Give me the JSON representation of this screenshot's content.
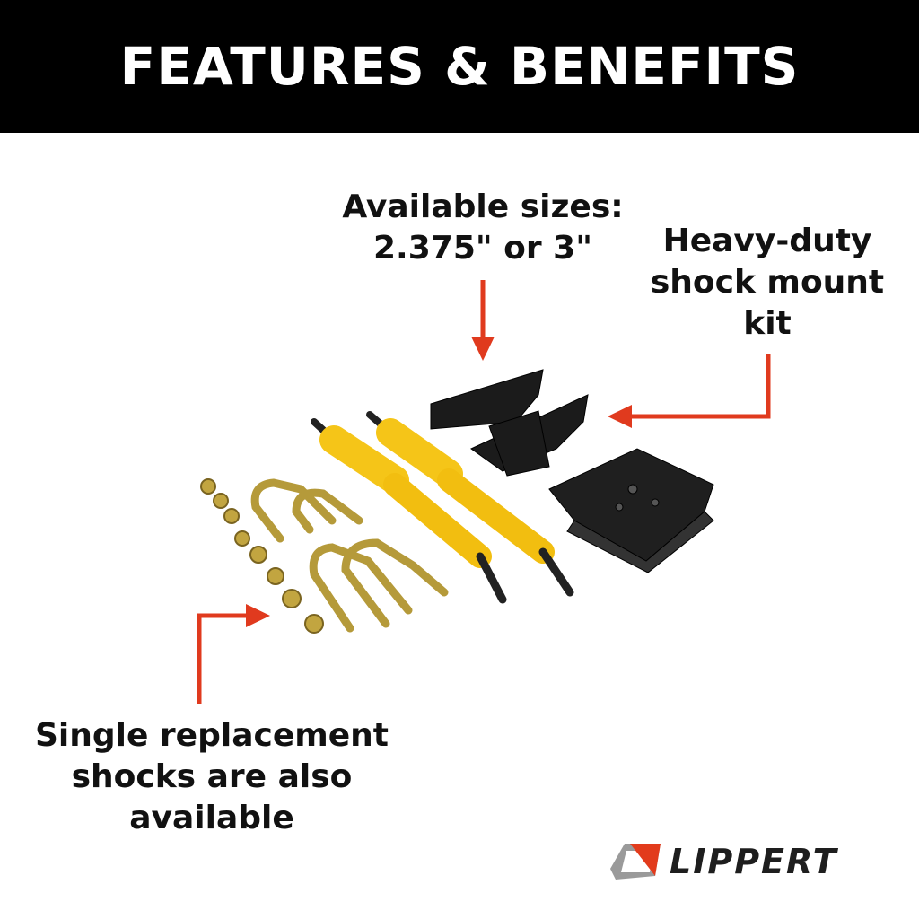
{
  "header": {
    "title": "FEATURES & BENEFITS"
  },
  "callouts": {
    "sizes": {
      "lines": [
        "Available sizes:",
        "2.375\" or 3\""
      ]
    },
    "mount_kit": {
      "lines": [
        "Heavy-duty",
        "shock mount",
        "kit"
      ]
    },
    "single": {
      "lines": [
        "Single replacement",
        "shocks are also",
        "available"
      ]
    }
  },
  "logo": {
    "text": "LIPPERT",
    "icon": "lippert-logo-mark"
  },
  "colors": {
    "header_bg": "#000000",
    "arrow": "#e03a1e",
    "shock": "#f5c518",
    "bracket": "#1a1a1a",
    "logo_red": "#e23b1c",
    "logo_gray": "#9a9a9a"
  }
}
